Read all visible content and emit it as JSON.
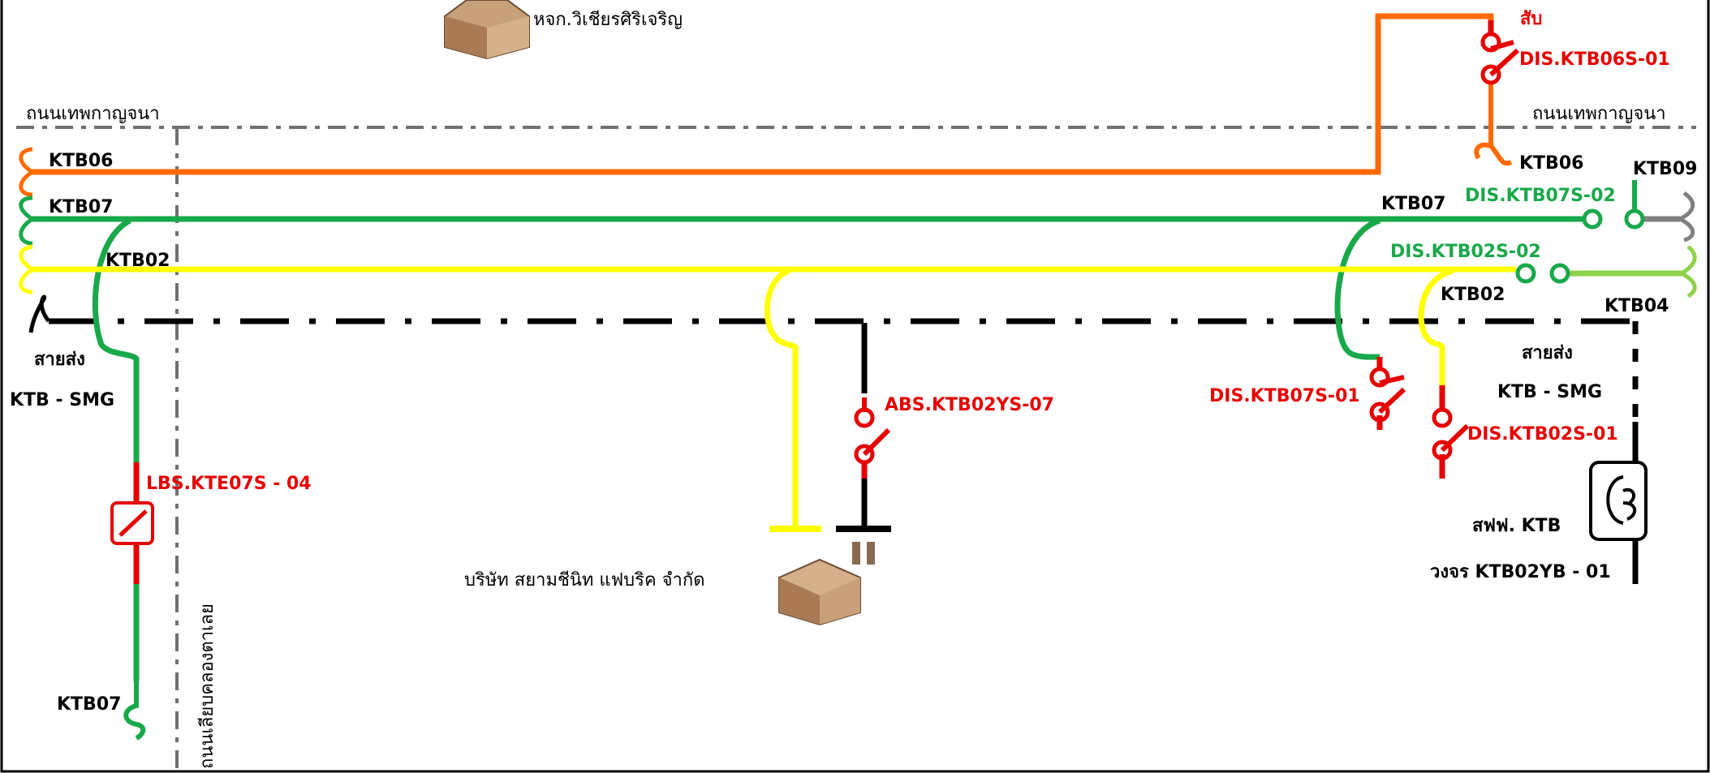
{
  "roads": {
    "left": "ถนนเทพกาญจนา",
    "right": "ถนนเทพกาญจนา",
    "vertical": "ถนนเลียบคลองตาเลย"
  },
  "places": {
    "dorm": "หจก.วิเชียรศิริเจริญ",
    "factory": "บริษัท สยามชีนิท แฟบริค จำกัด"
  },
  "feeders": {
    "ktb06_left": "KTB06",
    "ktb07_left": "KTB07",
    "ktb02_left": "KTB02",
    "ktb06_right": "KTB06",
    "ktb07_right": "KTB07",
    "ktb09": "KTB09",
    "ktb02_right": "KTB02",
    "ktb04": "KTB04",
    "ktb07_bottom": "KTB07"
  },
  "transmission": {
    "left_label": "สายส่ง",
    "left_line": "KTB - SMG",
    "right_label": "สายส่ง",
    "right_line": "KTB - SMG"
  },
  "switches": {
    "dis_ktb06s_01": "DIS.KTB06S-01",
    "sap": "สับ",
    "dis_ktb07s_02": "DIS.KTB07S-02",
    "dis_ktb02s_02": "DIS.KTB02S-02",
    "dis_ktb07s_01": "DIS.KTB07S-01",
    "dis_ktb02s_01": "DIS.KTB02S-01",
    "abs_ktb02ys_07": "ABS.KTB02YS-07",
    "lbs_kte07s_04": "LBS.KTE07S - 04"
  },
  "substation": {
    "name": "สฟฟ. KTB",
    "circuit": "วงจร KTB02YB - 01"
  },
  "colors": {
    "ktb06": "#ff6a00",
    "ktb07": "#19a84a",
    "ktb02": "#ffff00",
    "ktb04": "#8ed14b",
    "ktb09": "#808080",
    "transmission": "#000000",
    "switch_red": "#e60000",
    "road": "#707070"
  }
}
